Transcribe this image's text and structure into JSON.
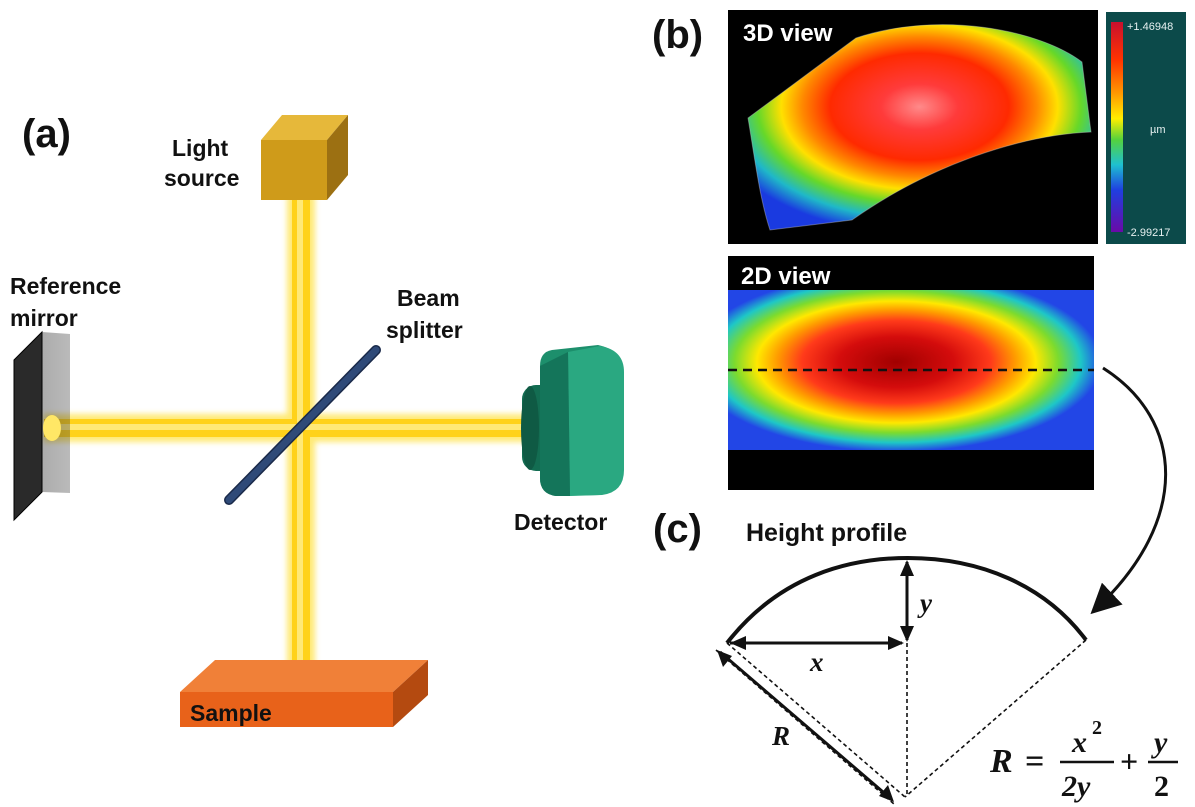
{
  "panel_a": {
    "label": "(a)",
    "light_source": [
      "Light",
      "source"
    ],
    "reference_mirror": [
      "Reference",
      "mirror"
    ],
    "beam_splitter": [
      "Beam",
      "splitter"
    ],
    "detector": "Detector",
    "sample": "Sample"
  },
  "panel_b": {
    "label": "(b)",
    "view3d_title": "3D view",
    "view2d_title": "2D view",
    "colorbar": {
      "max": "+1.46948",
      "unit": "µm",
      "min": "-2.99217"
    }
  },
  "panel_c": {
    "label": "(c)",
    "title": "Height profile",
    "x_label": "x",
    "y_label": "y",
    "r_label": "R",
    "formula": {
      "lhs": "R",
      "eq": "=",
      "num1": "x",
      "exp": "2",
      "den1": "2y",
      "plus": "+",
      "num2": "y",
      "den2": "2"
    }
  },
  "colors": {
    "beam": "#ffd21a",
    "light_source": "#cf9b1a",
    "sample": "#e8621a",
    "detector": "#1d8f6c",
    "splitter": "#2f4a78"
  },
  "icons": [
    "light-source-cube",
    "reference-mirror",
    "beam-splitter",
    "detector",
    "sample-slab"
  ]
}
